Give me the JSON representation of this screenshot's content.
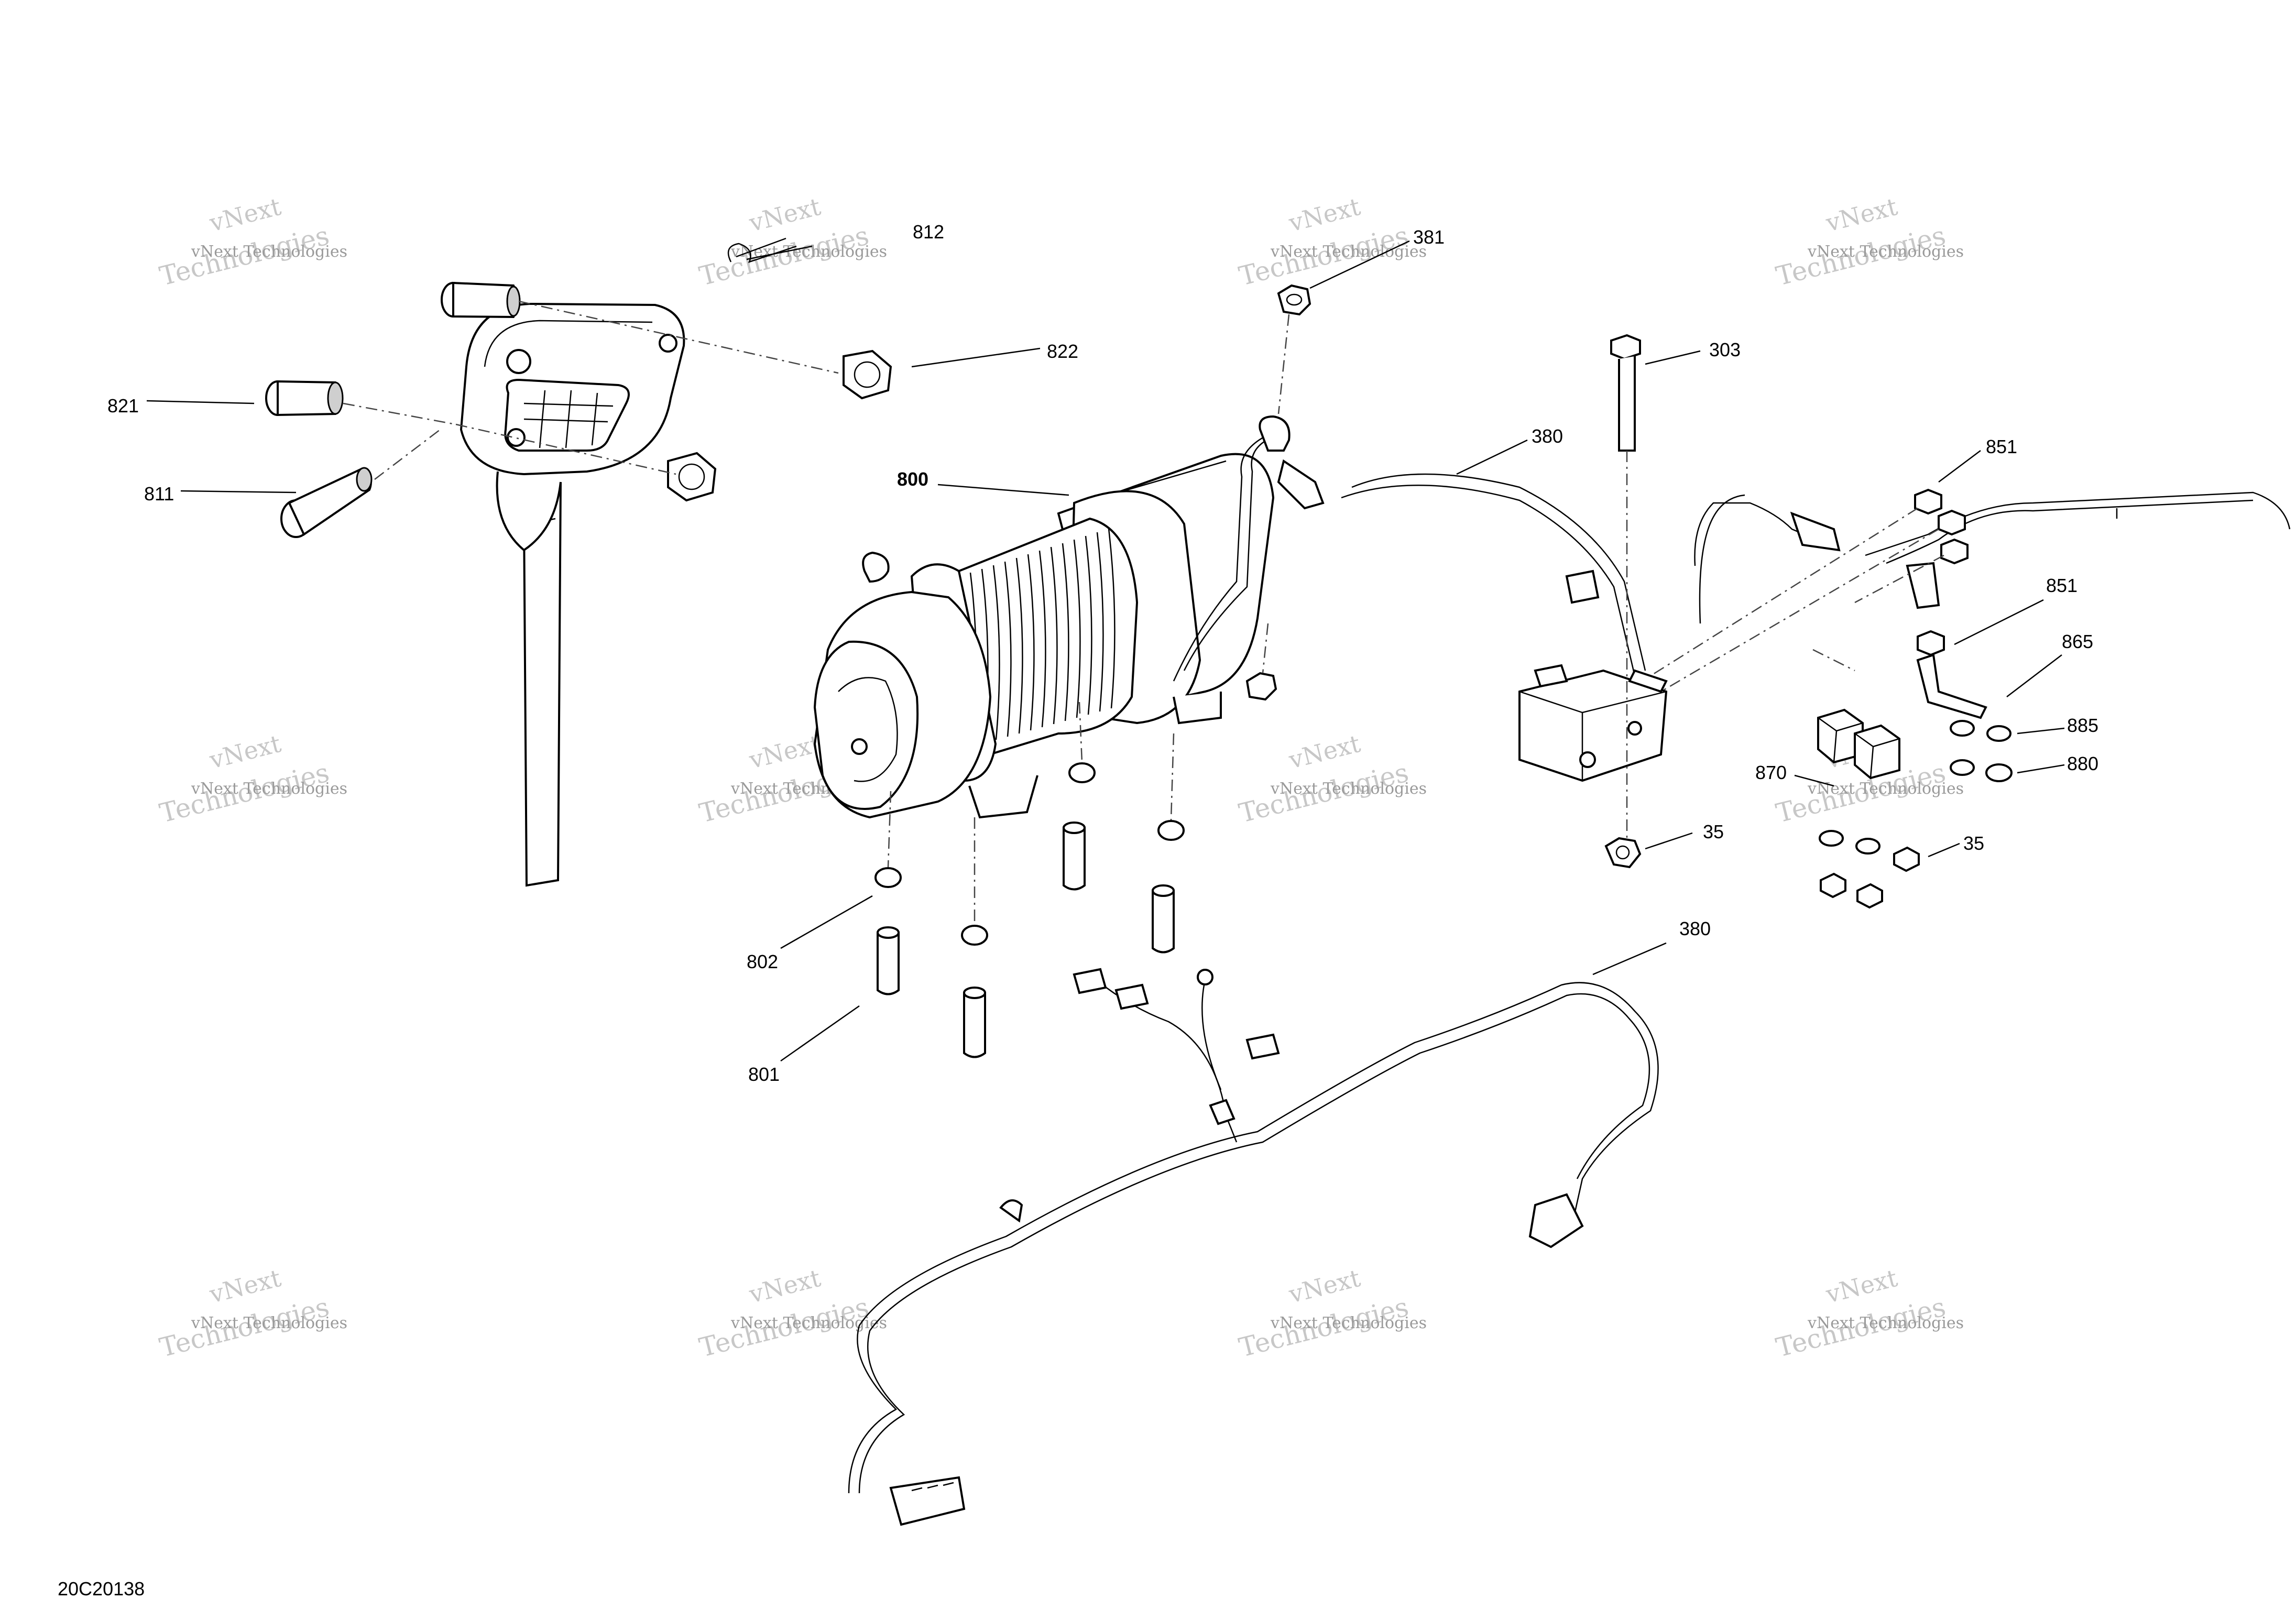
{
  "diagram": {
    "doc_code": "20C20138",
    "watermark_line1": "vNext",
    "watermark_line2": "vNext Technologies",
    "watermark_line3": "Technologies",
    "callouts": [
      {
        "id": "812",
        "text": "812"
      },
      {
        "id": "822",
        "text": "822"
      },
      {
        "id": "821",
        "text": "821"
      },
      {
        "id": "811",
        "text": "811"
      },
      {
        "id": "381",
        "text": "381"
      },
      {
        "id": "303",
        "text": "303"
      },
      {
        "id": "380a",
        "text": "380"
      },
      {
        "id": "800",
        "text": "800"
      },
      {
        "id": "851a",
        "text": "851"
      },
      {
        "id": "851b",
        "text": "851"
      },
      {
        "id": "865",
        "text": "865"
      },
      {
        "id": "885",
        "text": "885"
      },
      {
        "id": "880",
        "text": "880"
      },
      {
        "id": "870",
        "text": "870"
      },
      {
        "id": "35a",
        "text": "35"
      },
      {
        "id": "35b",
        "text": "35"
      },
      {
        "id": "380b",
        "text": "380"
      },
      {
        "id": "802",
        "text": "802"
      },
      {
        "id": "801",
        "text": "801"
      }
    ]
  }
}
